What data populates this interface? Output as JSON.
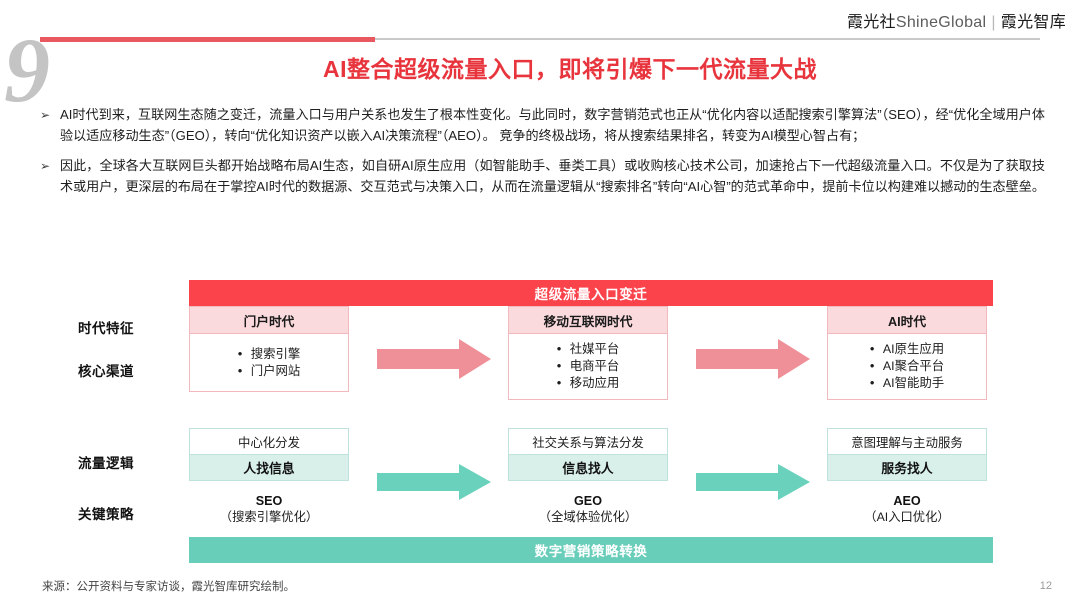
{
  "header": {
    "brand_cn": "霞光社",
    "brand_en": "ShineGlobal",
    "brand_sep": "|",
    "brand_unit": "霞光智库",
    "slide_number": "9",
    "title": "AI整合超级流量入口，即将引爆下一代流量大战"
  },
  "colors": {
    "accent_red": "#e8353d",
    "banner_red": "#fb434c",
    "header_pink": "#fbdadd",
    "arrow_pink": "#ef9098",
    "banner_green": "#68cdb9",
    "cell_green": "#d9f0ea",
    "arrow_green": "#6ad2bc"
  },
  "body": {
    "bullet_marker": "➢",
    "paragraphs": [
      "AI时代到来，互联网生态随之变迁，流量入口与用户关系也发生了根本性变化。与此同时，数字营销范式也正从“优化内容以适配搜索引擎算法”（SEO），经“优化全域用户体验以适应移动生态”（GEO），转向“优化知识资产以嵌入AI决策流程”（AEO）。 竞争的终极战场，将从搜索结果排名，转变为AI模型心智占有；",
      "因此，全球各大互联网巨头都开始战略布局AI生态，如自研AI原生应用（如智能助手、垂类工具）或收购核心技术公司，加速抢占下一代超级流量入口。不仅是为了获取技术或用户，更深层的布局在于掌控AI时代的数据源、交互范式与决策入口，从而在流量逻辑从“搜索排名”转向“AI心智”的范式革命中，提前卡位以构建难以撼动的生态壁垒。"
    ]
  },
  "diagram": {
    "top_banner": "超级流量入口变迁",
    "bottom_banner": "数字营销策略转换",
    "row_labels": [
      "时代特征",
      "核心渠道",
      "流量逻辑",
      "关键策略"
    ],
    "eras": [
      {
        "name": "门户时代",
        "channels": [
          "搜索引擎",
          "门户网站"
        ],
        "logic_top": "中心化分发",
        "logic_bottom": "人找信息",
        "strategy_code": "SEO",
        "strategy_sub": "（搜索引擎优化）"
      },
      {
        "name": "移动互联网时代",
        "channels": [
          "社媒平台",
          "电商平台",
          "移动应用"
        ],
        "logic_top": "社交关系与算法分发",
        "logic_bottom": "信息找人",
        "strategy_code": "GEO",
        "strategy_sub": "（全域体验优化）"
      },
      {
        "name": "AI时代",
        "channels": [
          "AI原生应用",
          "AI聚合平台",
          "AI智能助手"
        ],
        "logic_top": "意图理解与主动服务",
        "logic_bottom": "服务找人",
        "strategy_code": "AEO",
        "strategy_sub": "（AI入口优化）"
      }
    ]
  },
  "footer": {
    "source": "来源：公开资料与专家访谈，霞光智库研究绘制。",
    "page_number": "12"
  }
}
